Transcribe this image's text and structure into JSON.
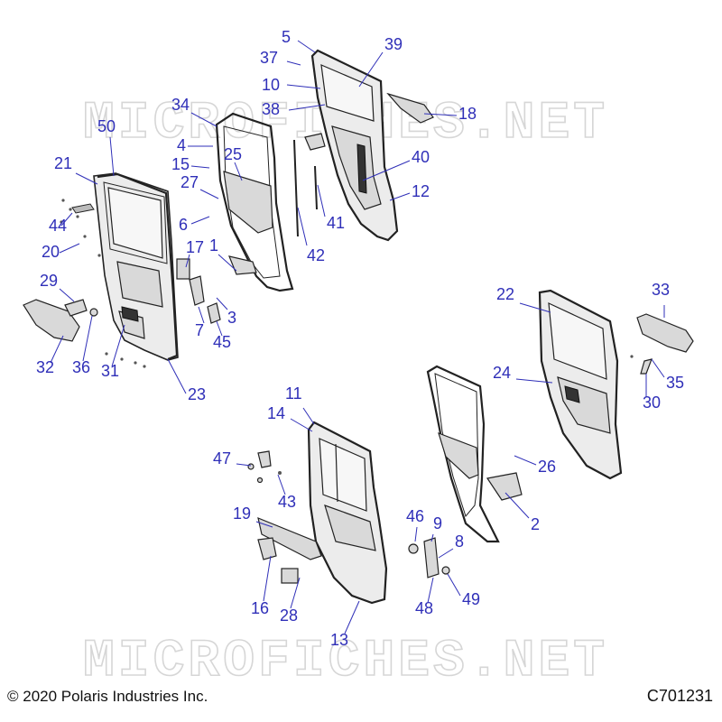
{
  "watermark": "MICROFICHES.NET",
  "copyright": "© 2020 Polaris Industries Inc.",
  "diagram_code": "C701231",
  "callouts": [
    {
      "n": "1"
    },
    {
      "n": "2"
    },
    {
      "n": "3"
    },
    {
      "n": "4"
    },
    {
      "n": "5"
    },
    {
      "n": "6"
    },
    {
      "n": "7"
    },
    {
      "n": "8"
    },
    {
      "n": "9"
    },
    {
      "n": "10"
    },
    {
      "n": "11"
    },
    {
      "n": "12"
    },
    {
      "n": "13"
    },
    {
      "n": "14"
    },
    {
      "n": "15"
    },
    {
      "n": "16"
    },
    {
      "n": "17"
    },
    {
      "n": "18"
    },
    {
      "n": "19"
    },
    {
      "n": "20"
    },
    {
      "n": "21"
    },
    {
      "n": "22"
    },
    {
      "n": "23"
    },
    {
      "n": "24"
    },
    {
      "n": "25"
    },
    {
      "n": "26"
    },
    {
      "n": "27"
    },
    {
      "n": "28"
    },
    {
      "n": "29"
    },
    {
      "n": "30"
    },
    {
      "n": "31"
    },
    {
      "n": "32"
    },
    {
      "n": "33"
    },
    {
      "n": "34"
    },
    {
      "n": "35"
    },
    {
      "n": "36"
    },
    {
      "n": "37"
    },
    {
      "n": "38"
    },
    {
      "n": "39"
    },
    {
      "n": "40"
    },
    {
      "n": "41"
    },
    {
      "n": "42"
    },
    {
      "n": "43"
    },
    {
      "n": "44"
    },
    {
      "n": "45"
    },
    {
      "n": "46"
    },
    {
      "n": "47"
    },
    {
      "n": "48"
    },
    {
      "n": "49"
    },
    {
      "n": "50"
    }
  ],
  "colors": {
    "callout": "#2f2fb8",
    "line": "#222222",
    "watermark": "#d6d6d6"
  }
}
